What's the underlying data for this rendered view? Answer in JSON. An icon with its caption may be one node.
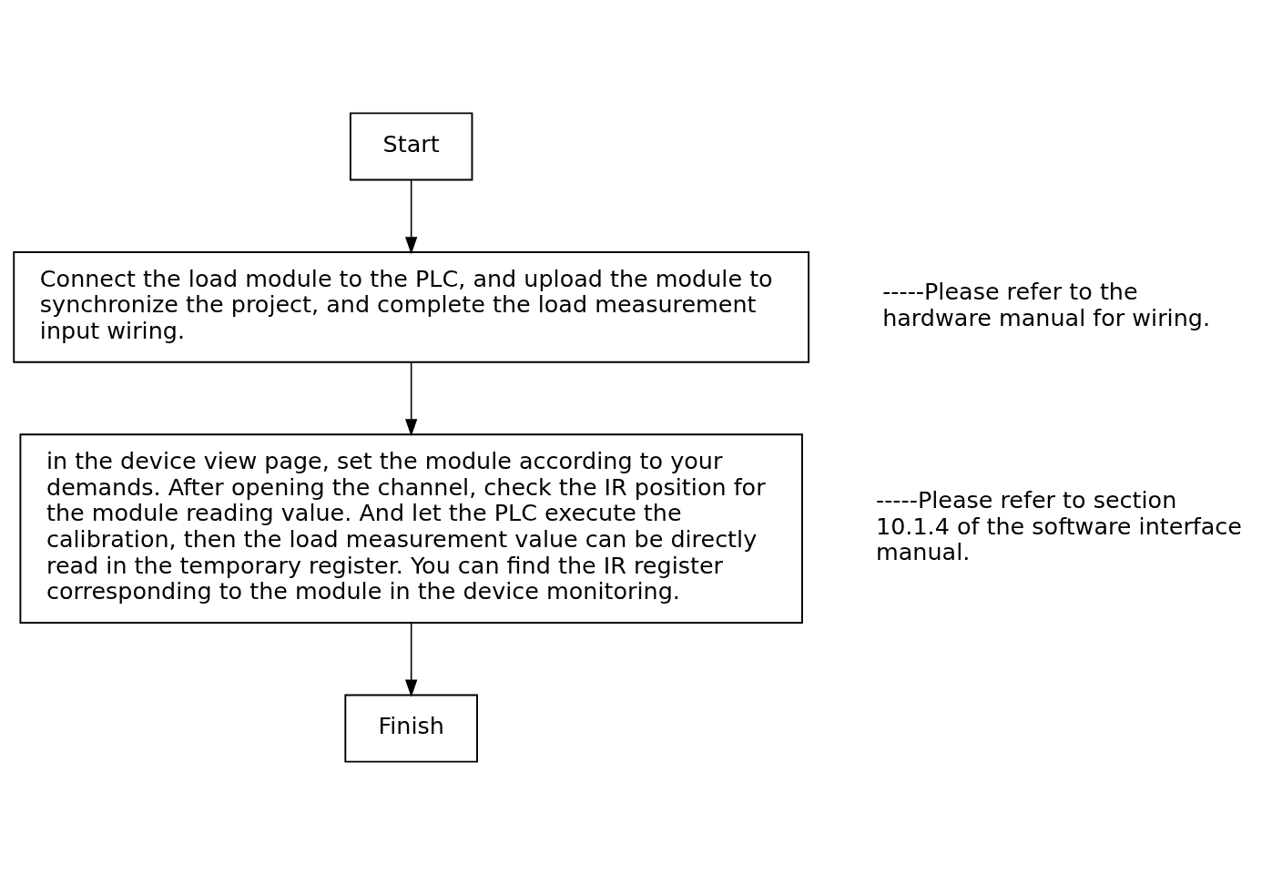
{
  "diagram": {
    "nodes": [
      {
        "text": [
          "Start"
        ]
      },
      {
        "text": [
          "Connect the load module to the PLC, and upload the module to synchronize the project, and complete the load measurement input wiring."
        ],
        "beside": [
          "-----Please refer to the hardware manual for wiring."
        ]
      },
      {
        "text": [
          "in the device view page, set the module according to your demands. After opening the channel, check the IR position for the module reading value. And let the PLC execute the calibration, then the load measurement value can be directly read in the temporary register. You can find the IR register corresponding to the module in the device monitoring."
        ],
        "beside": [
          "-----Please refer to section 10.1.4 of the software interface manual."
        ]
      },
      {
        "text": [
          "Finish"
        ]
      }
    ],
    "edges": [
      {
        "from": 0,
        "to": 1,
        "arrow": "to"
      },
      {
        "from": 1,
        "to": 2,
        "arrow": "to"
      },
      {
        "from": 2,
        "to": 3,
        "arrow": "to"
      }
    ]
  }
}
